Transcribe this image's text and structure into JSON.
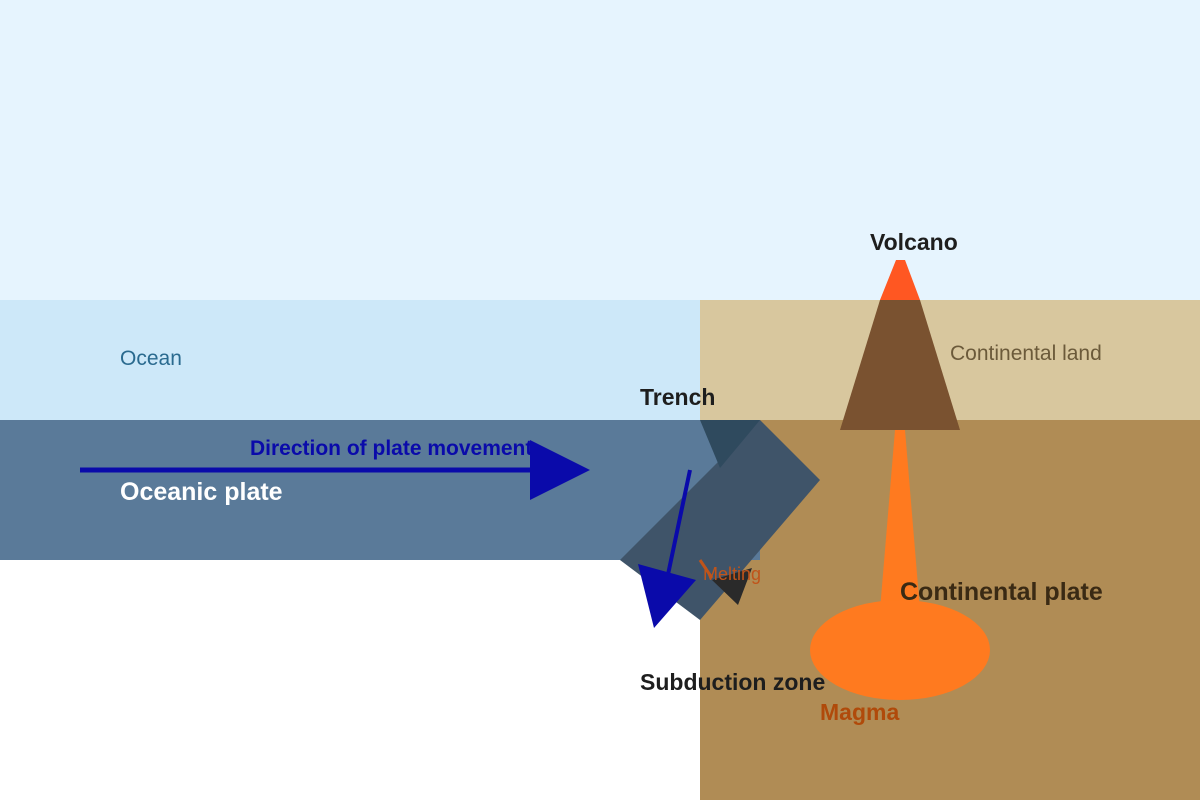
{
  "labels": {
    "volcano": "Volcano",
    "ocean": "Ocean",
    "continental_land": "Continental land",
    "trench": "Trench",
    "direction": "Direction of plate movement",
    "oceanic_plate": "Oceanic plate",
    "melting": "Melting",
    "continental_plate": "Continental plate",
    "subduction_zone": "Subduction zone",
    "magma": "Magma"
  },
  "colors": {
    "sky": "#e6f4fe",
    "ocean": "#cde8f9",
    "continental_land": "#d8c79e",
    "continental_plate": "#b08c55",
    "oceanic_plate": "#5a7a99",
    "subducting_slab": "#3f5469",
    "trench": "#2f4a5e",
    "volcano": "#7a5230",
    "volcano_tip": "#ff5722",
    "magma": "#ff7a1f",
    "arrow": "#0a0aaa",
    "melting_arrow": "#2a2a2a",
    "melting_text": "#c0541a",
    "magma_text": "#b04a0a"
  }
}
